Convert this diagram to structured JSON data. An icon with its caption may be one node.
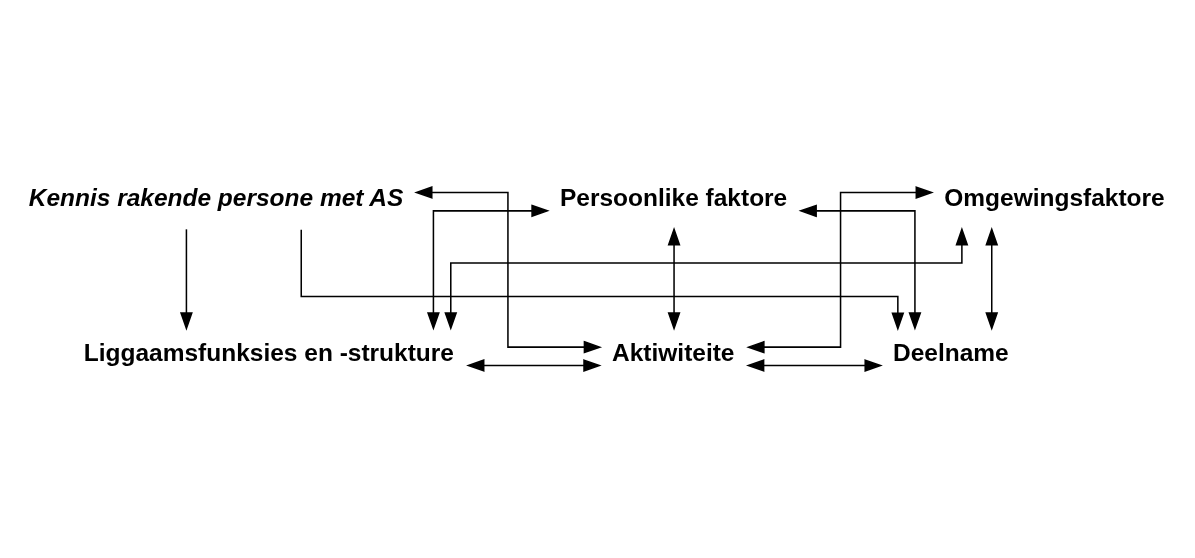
{
  "diagram": {
    "nodes": [
      {
        "text": [
          "Kennis rakende persone met AS"
        ]
      },
      {
        "text": [
          "Liggaamsfunksies en -strukture"
        ]
      },
      {
        "text": [
          "Aktiwiteite"
        ]
      },
      {
        "text": [
          "Deelname"
        ]
      },
      {
        "text": [
          "Persoonlike faktore"
        ]
      },
      {
        "text": [
          "Omgewingsfaktore"
        ]
      }
    ],
    "edges": [
      {
        "from": 0,
        "to": 1,
        "arrow": "to"
      },
      {
        "from": 0,
        "to": 2,
        "arrow": "both"
      },
      {
        "from": 0,
        "to": 3,
        "arrow": "to"
      },
      {
        "from": 1,
        "to": 2,
        "arrow": "both"
      },
      {
        "from": 2,
        "to": 3,
        "arrow": "both"
      },
      {
        "from": 4,
        "to": 1,
        "arrow": "both"
      },
      {
        "from": 4,
        "to": 2,
        "arrow": "both"
      },
      {
        "from": 4,
        "to": 3,
        "arrow": "both"
      },
      {
        "from": 5,
        "to": 1,
        "arrow": "both"
      },
      {
        "from": 5,
        "to": 2,
        "arrow": "both"
      },
      {
        "from": 5,
        "to": 3,
        "arrow": "both"
      }
    ]
  }
}
